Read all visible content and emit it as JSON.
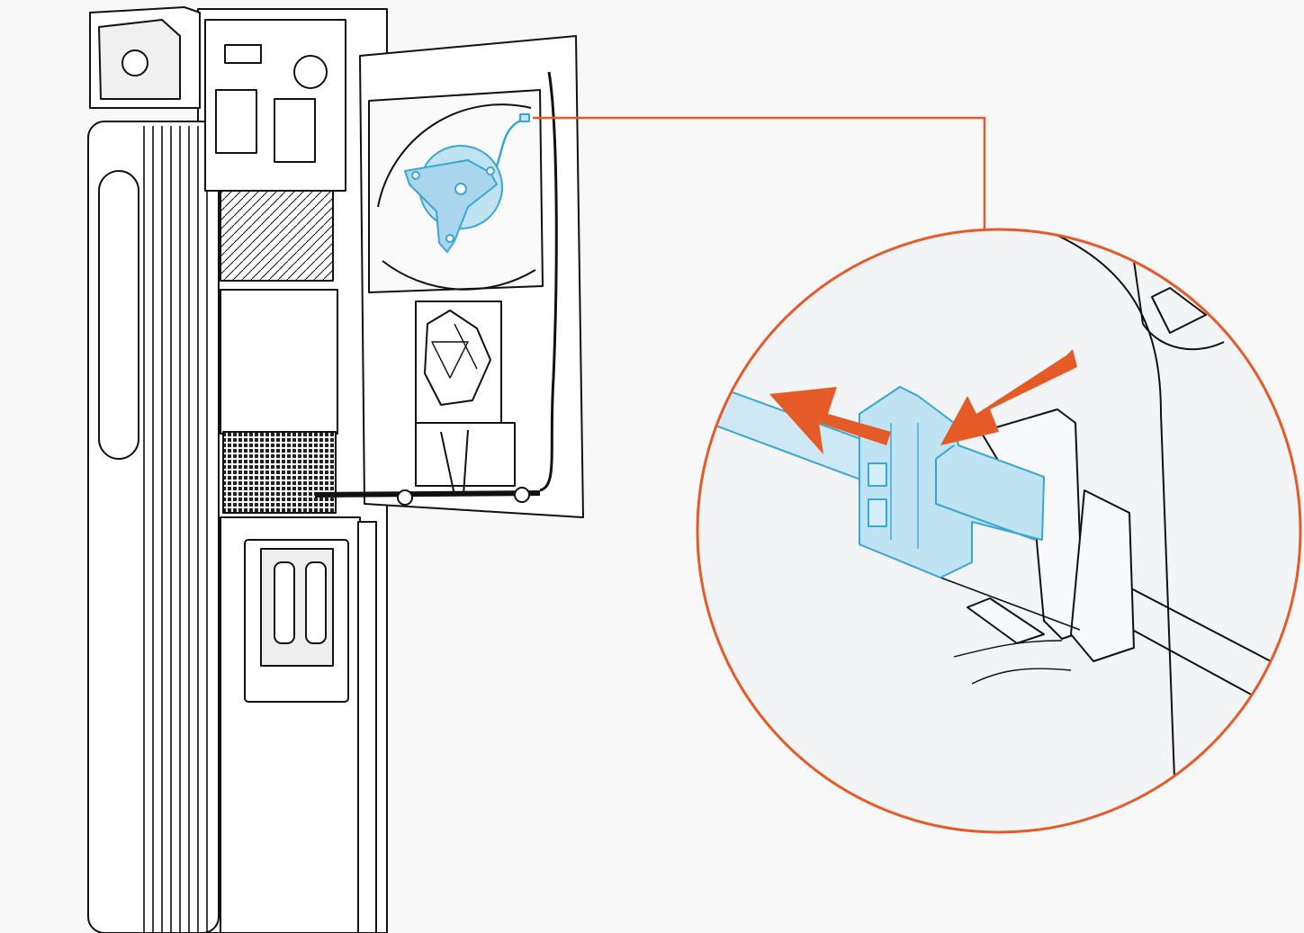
{
  "colors": {
    "background": "#f8f8f8",
    "line": "#111111",
    "panel": "#ffffff",
    "highlight_fill": "#bfe3f3",
    "highlight_stroke": "#3aa6d6",
    "callout": "#e45b28",
    "zoom_background": "#f2f4f6"
  },
  "icons": {
    "unit": "appliance-unit-open-door-icon",
    "fan": "fan-assembly-icon",
    "connector": "connector-plug-icon"
  },
  "callout": {
    "style": "circle-magnifier",
    "arrows": [
      "pull-out-arrow",
      "press-latch-arrow"
    ]
  }
}
